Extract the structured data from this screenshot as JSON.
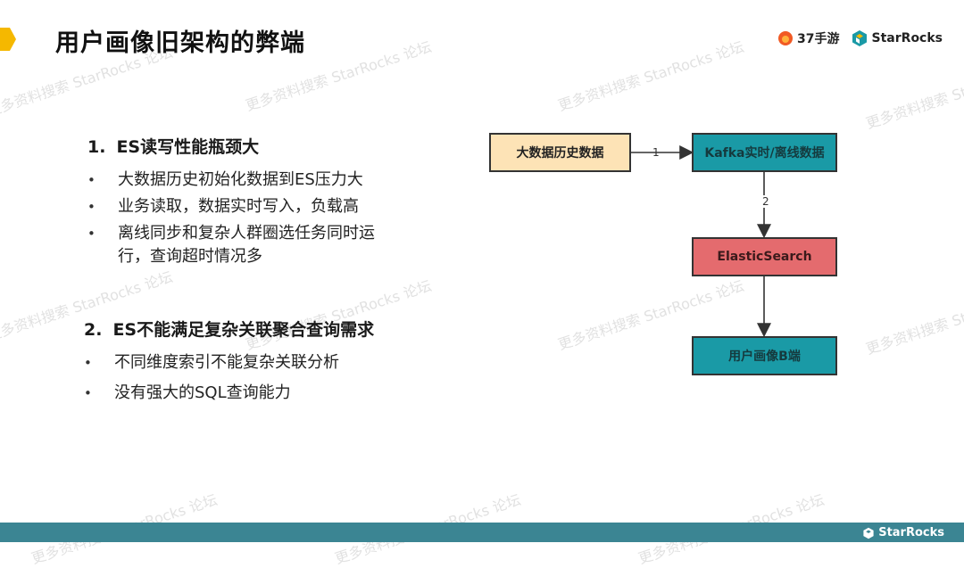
{
  "slide": {
    "title": "用户画像旧架构的弊端"
  },
  "logos": {
    "brand1_name": "37手游",
    "brand2_name": "StarRocks"
  },
  "watermark_text": "更多资料搜索 StarRocks 论坛",
  "section1": {
    "number": "1.",
    "heading": "ES读写性能瓶颈大",
    "bullets": [
      "大数据历史初始化数据到ES压力大",
      "业务读取，数据实时写入，负载高",
      "离线同步和复杂人群圈选任务同时运",
      "行，查询超时情况多"
    ]
  },
  "section2": {
    "number": "2.",
    "heading": "ES不能满足复杂关联聚合查询需求",
    "bullets": [
      "不同维度索引不能复杂关联分析",
      "没有强大的SQL查询能力"
    ]
  },
  "diagram": {
    "nodes": {
      "source": "大数据历史数据",
      "kafka": "Kafka实时/离线数据",
      "es": "ElasticSearch",
      "b": "用户画像B端"
    },
    "edges": {
      "e1": "1",
      "e2": "2"
    }
  },
  "footer": {
    "logo_text": "StarRocks"
  },
  "colors": {
    "accent": "#f5b800",
    "teal": "#1a9aa6",
    "red": "#e46b6e",
    "peach": "#fde3b6",
    "footer_bar": "#3b8593"
  }
}
